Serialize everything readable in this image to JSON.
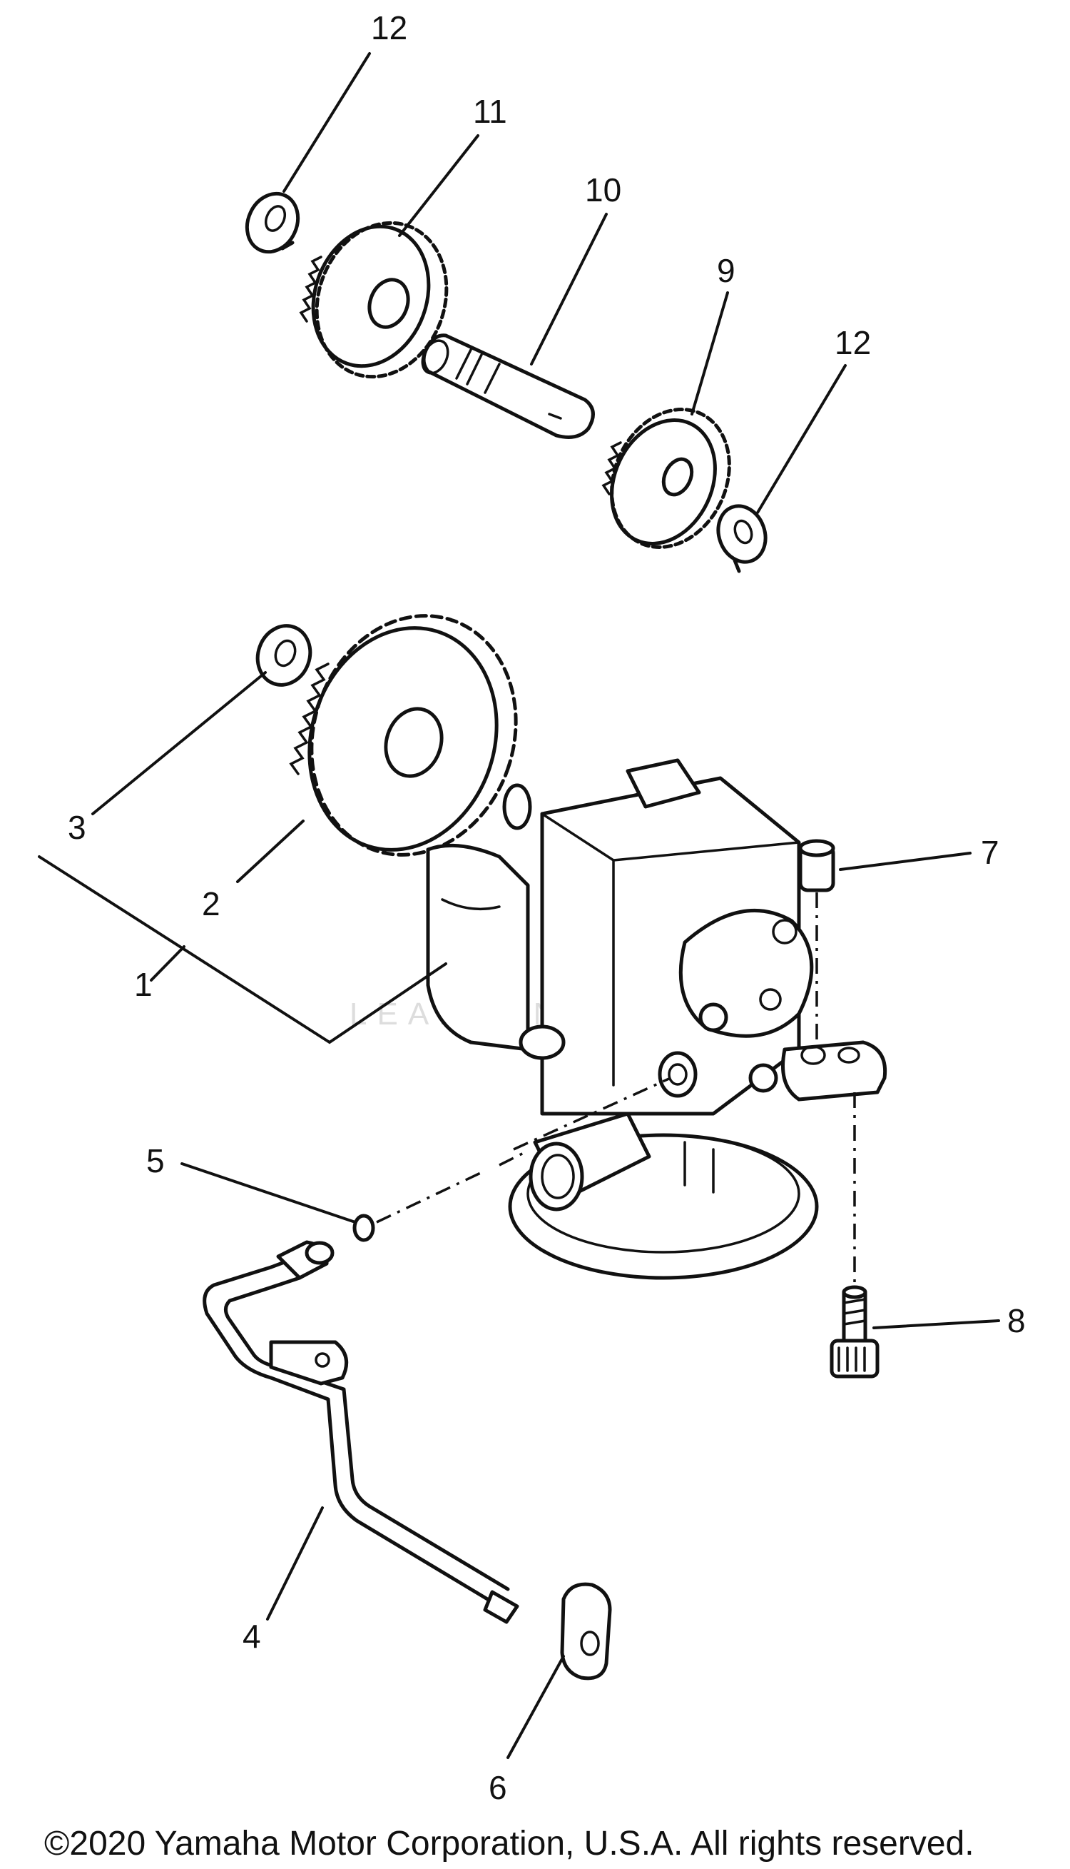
{
  "callouts": {
    "c1": "1",
    "c2": "2",
    "c3": "3",
    "c4": "4",
    "c5": "5",
    "c6": "6",
    "c7": "7",
    "c8": "8",
    "c9": "9",
    "c10": "10",
    "c11": "11",
    "c12a": "12",
    "c12b": "12"
  },
  "copyright": "©2020 Yamaha Motor Corporation, U.S.A. All rights reserved.",
  "watermark": "LEADVENTURE"
}
